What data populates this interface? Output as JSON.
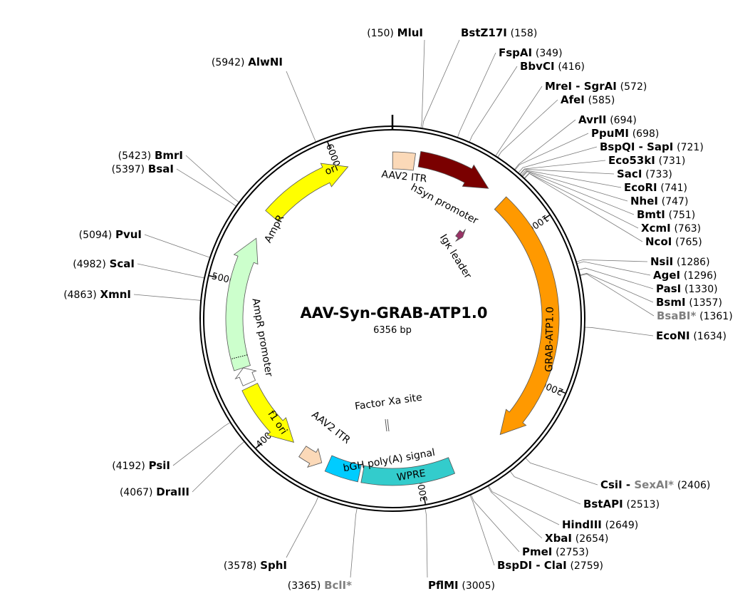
{
  "plasmid": {
    "name": "AAV-Syn-GRAB-ATP1.0",
    "size_label": "6356 bp",
    "length": 6356
  },
  "ticks": [
    "1000",
    "2000",
    "3000",
    "4000",
    "5000",
    "6000"
  ],
  "features": [
    {
      "id": "aav2-itr-left",
      "label": "AAV2 ITR",
      "start": 1,
      "end": 141,
      "dir": "f",
      "color": "#fbd9b8",
      "arrow": false,
      "type": "box"
    },
    {
      "id": "hsyn-promoter",
      "label": "hSyn promoter",
      "start": 170,
      "end": 643,
      "dir": "f",
      "color": "#7a0000",
      "type": "arrow"
    },
    {
      "id": "igk-leader",
      "label": "Igκ leader",
      "start": 660,
      "end": 720,
      "dir": "f",
      "color": "#993366",
      "type": "small"
    },
    {
      "id": "grab-atp",
      "label": "GRAB-ATP1.0",
      "start": 760,
      "end": 2420,
      "dir": "f",
      "color": "#ff9900",
      "type": "arrow"
    },
    {
      "id": "wpre",
      "label": "WPRE",
      "start": 2790,
      "end": 3370,
      "dir": "f",
      "color": "#33cccc",
      "type": "box"
    },
    {
      "id": "bgh-polya",
      "label": "bGH poly(A) signal",
      "start": 3390,
      "end": 3600,
      "dir": "f",
      "color": "#00ccff",
      "type": "box"
    },
    {
      "id": "aav2-itr-right",
      "label": "AAV2 ITR",
      "start": 3640,
      "end": 3781,
      "dir": "r",
      "color": "#fbd9b8",
      "type": "small"
    },
    {
      "id": "f1-ori",
      "label": "f1 ori",
      "start": 3860,
      "end": 4316,
      "dir": "r",
      "color": "#ffff00",
      "type": "arrow"
    },
    {
      "id": "ampr-promoter",
      "label": "AmpR promoter",
      "start": 4340,
      "end": 4445,
      "dir": "f",
      "color": "#ffffff",
      "type": "small"
    },
    {
      "id": "ampr",
      "label": "AmpR",
      "start": 4446,
      "end": 5306,
      "dir": "f",
      "color": "#ccffcc",
      "type": "arrow"
    },
    {
      "id": "ori",
      "label": "ori",
      "start": 5480,
      "end": 6068,
      "dir": "f",
      "color": "#ffff00",
      "type": "arrow"
    }
  ],
  "factor_xa": {
    "label": "Factor Xa site",
    "pos": 2470
  },
  "sites": [
    {
      "name": "MluI",
      "pos": "150"
    },
    {
      "name": "BstZ17I",
      "pos": "158"
    },
    {
      "name": "FspAI",
      "pos": "349"
    },
    {
      "name": "BbvCI",
      "pos": "416"
    },
    {
      "name": "MreI - SgrAI",
      "pos": "572"
    },
    {
      "name": "AfeI",
      "pos": "585"
    },
    {
      "name": "AvrII",
      "pos": "694"
    },
    {
      "name": "PpuMI",
      "pos": "698"
    },
    {
      "name": "BspQI - SapI",
      "pos": "721"
    },
    {
      "name": "Eco53kI",
      "pos": "731"
    },
    {
      "name": "SacI",
      "pos": "733"
    },
    {
      "name": "EcoRI",
      "pos": "741"
    },
    {
      "name": "NheI",
      "pos": "747"
    },
    {
      "name": "BmtI",
      "pos": "751"
    },
    {
      "name": "XcmI",
      "pos": "763"
    },
    {
      "name": "NcoI",
      "pos": "765"
    },
    {
      "name": "NsiI",
      "pos": "1286"
    },
    {
      "name": "AgeI",
      "pos": "1296"
    },
    {
      "name": "PasI",
      "pos": "1330"
    },
    {
      "name": "BsmI",
      "pos": "1357"
    },
    {
      "name": "BsaBI*",
      "pos": "1361",
      "dim": true
    },
    {
      "name": "EcoNI",
      "pos": "1634"
    },
    {
      "name": "CsiI",
      "name2": "SexAI*",
      "pos": "2406"
    },
    {
      "name": "BstAPI",
      "pos": "2513"
    },
    {
      "name": "HindIII",
      "pos": "2649"
    },
    {
      "name": "XbaI",
      "pos": "2654"
    },
    {
      "name": "PmeI",
      "pos": "2753"
    },
    {
      "name": "BspDI - ClaI",
      "pos": "2759"
    },
    {
      "name": "PflMI",
      "pos": "3005"
    },
    {
      "name": "BclI*",
      "pos": "3365",
      "dim": true
    },
    {
      "name": "SphI",
      "pos": "3578"
    },
    {
      "name": "DraIII",
      "pos": "4067"
    },
    {
      "name": "PsiI",
      "pos": "4192"
    },
    {
      "name": "XmnI",
      "pos": "4863"
    },
    {
      "name": "ScaI",
      "pos": "4982"
    },
    {
      "name": "PvuI",
      "pos": "5094"
    },
    {
      "name": "BsaI",
      "pos": "5397"
    },
    {
      "name": "BmrI",
      "pos": "5423"
    },
    {
      "name": "AlwNI",
      "pos": "5942"
    }
  ],
  "colors": {
    "backbone": "#000000",
    "connector": "#7a7a7a",
    "dim_label": "#808080"
  }
}
